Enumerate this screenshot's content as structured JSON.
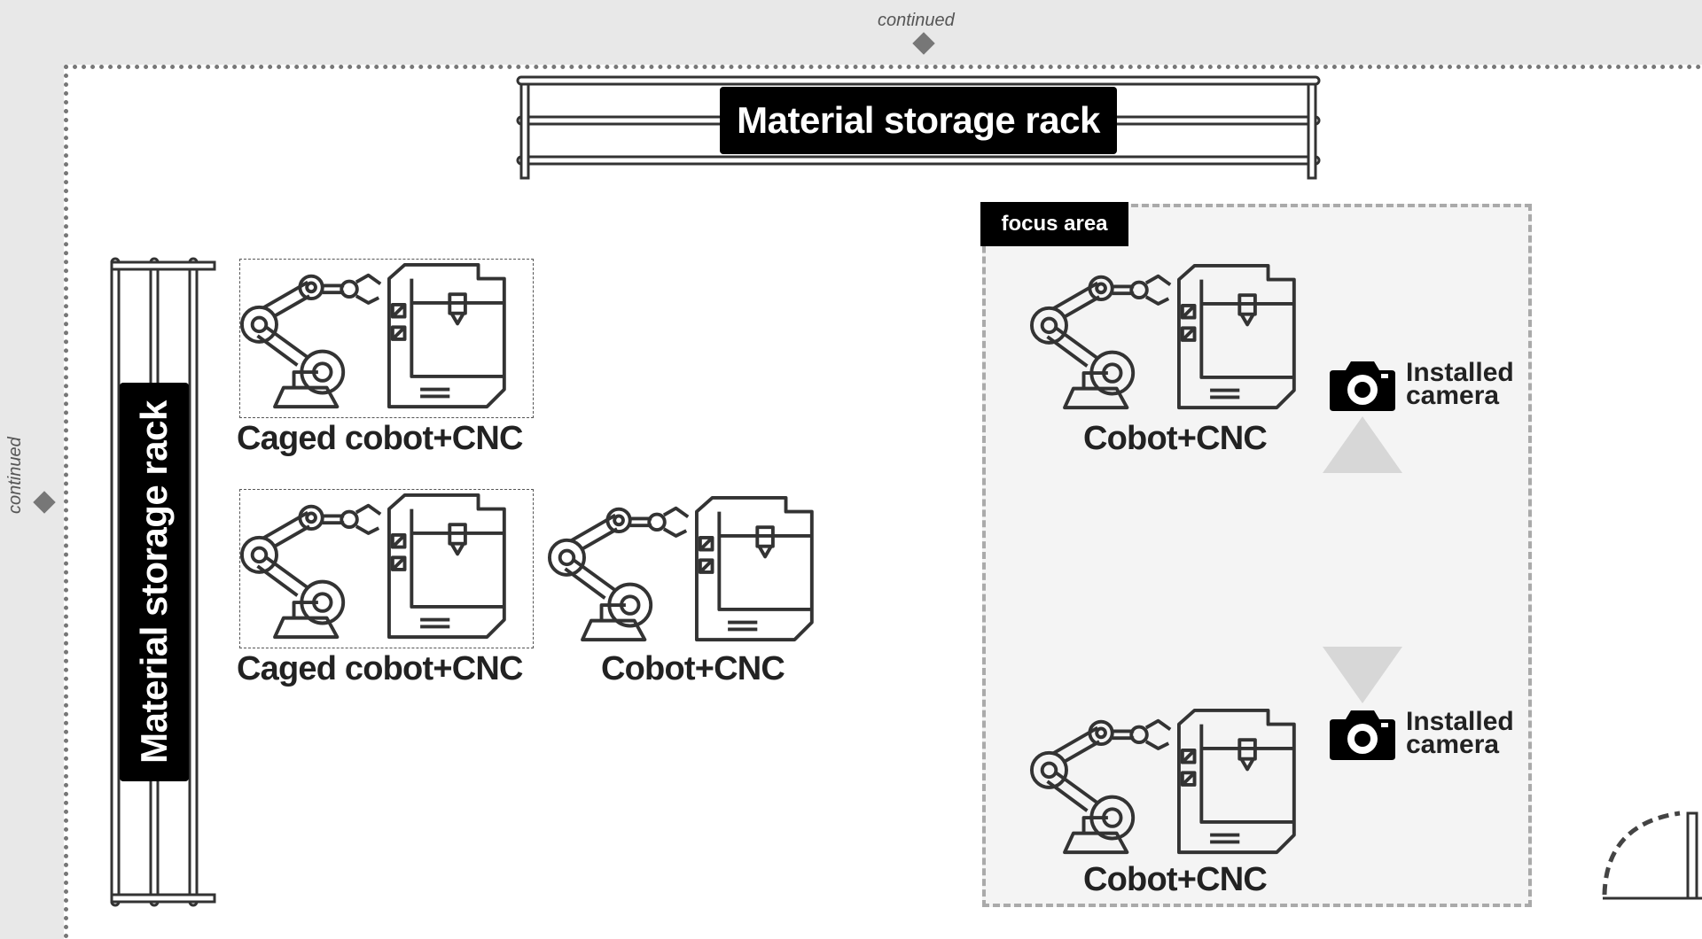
{
  "diagram": {
    "continued_top": "continued",
    "continued_left": "continued",
    "rack_top_label": "Material storage rack",
    "rack_left_label": "Material storage rack",
    "focus_area_label": "focus area",
    "units": [
      {
        "label": "Caged cobot+CNC"
      },
      {
        "label": "Caged cobot+CNC"
      },
      {
        "label": "Cobot+CNC"
      },
      {
        "label": "Cobot+CNC"
      },
      {
        "label": "Cobot+CNC"
      }
    ],
    "cameras": [
      {
        "line1": "Installed",
        "line2": "camera"
      },
      {
        "line1": "Installed",
        "line2": "camera"
      }
    ],
    "colors": {
      "accent": "#000000",
      "line": "#333333",
      "focus_bg": "#f4f4f4"
    }
  }
}
